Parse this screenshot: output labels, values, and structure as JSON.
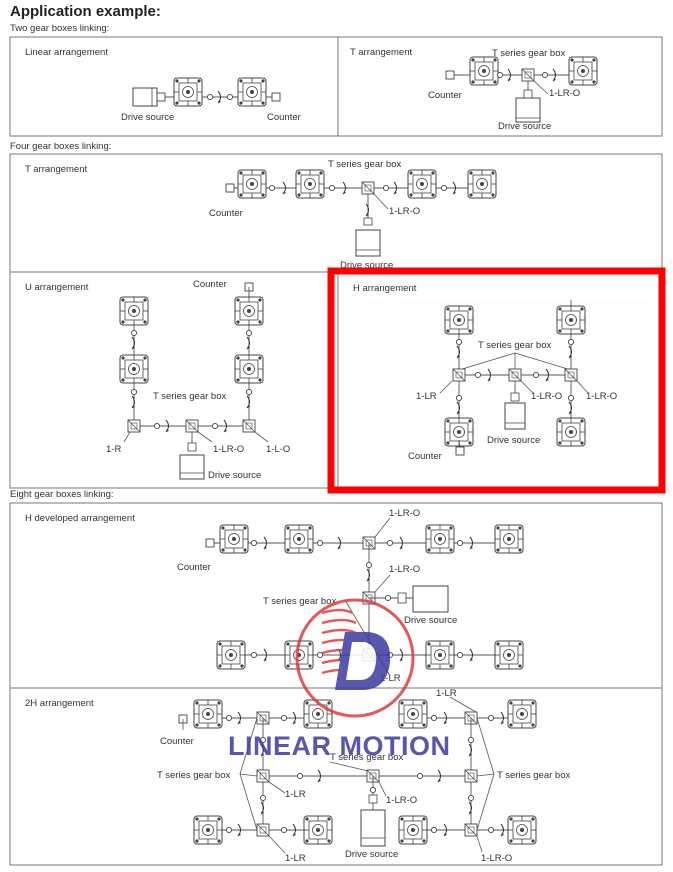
{
  "page": {
    "title": "Application example:",
    "sections": [
      "Two gear boxes linking:",
      "Four gear boxes linking:",
      "Eight gear boxes linking:"
    ]
  },
  "panels": {
    "two_linear": {
      "title": "Linear arrangement",
      "drive": "Drive source",
      "counter": "Counter"
    },
    "two_t": {
      "title": "T arrangement",
      "tbox": "T series gear box",
      "counter": "Counter",
      "code": "1-LR-O",
      "drive": "Drive source"
    },
    "four_t": {
      "title": "T arrangement",
      "tbox": "T series gear box",
      "counter": "Counter",
      "code": "1-LR-O",
      "drive": "Drive source"
    },
    "four_u": {
      "title": "U arrangement",
      "counter": "Counter",
      "tbox": "T series gear box",
      "code_left": "1-R",
      "code_mid": "1-LR-O",
      "code_right": "1-L-O",
      "drive": "Drive source"
    },
    "four_h": {
      "title": "H arrangement",
      "tbox": "T series gear box",
      "code_left": "1-LR",
      "code_mid": "1-LR-O",
      "code_right": "1-LR-O",
      "drive": "Drive source",
      "counter": "Counter"
    },
    "eight_hdev": {
      "title": "H developed arrangement",
      "code_top": "1-LR-O",
      "counter": "Counter",
      "code_mid": "1-LR-O",
      "tbox": "T series gear box",
      "drive": "Drive source",
      "code_bottom": "1-LR"
    },
    "eight_2h": {
      "title": "2H arrangement",
      "code_top": "1-LR",
      "counter": "Counter",
      "tbox_left": "T series gear box",
      "tbox_mid": "T series gear box",
      "tbox_right": "T series gear box",
      "code_left": "1-LR",
      "code_mid": "1-LR-O",
      "drive": "Drive source",
      "code_bl": "1-LR",
      "code_br": "1-LR-O"
    }
  },
  "watermark": {
    "text": "LINEAR MOTION"
  },
  "highlight": {
    "color": "#ff0000"
  },
  "colors": {
    "line": "#555555",
    "border": "#777777",
    "watermark_blue": "#3a3aa0",
    "watermark_red": "#e23a3a"
  }
}
